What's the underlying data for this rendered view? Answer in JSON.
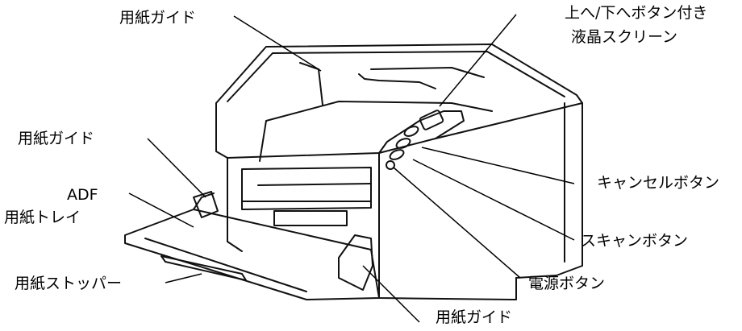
{
  "figure": {
    "labels": {
      "paper_guide_top": "用紙ガイド",
      "lcd_line1": "上へ/下へボタン付き",
      "lcd_line2": "液晶スクリーン",
      "paper_guide_left": "用紙ガイド",
      "adf_line1": "ADF",
      "adf_line2": "用紙トレイ",
      "cancel_button": "キャンセルボタン",
      "scan_button": "スキャンボタン",
      "paper_stopper": "用紙ストッパー",
      "power_button": "電源ボタン",
      "paper_guide_bottom": "用紙ガイド"
    }
  }
}
